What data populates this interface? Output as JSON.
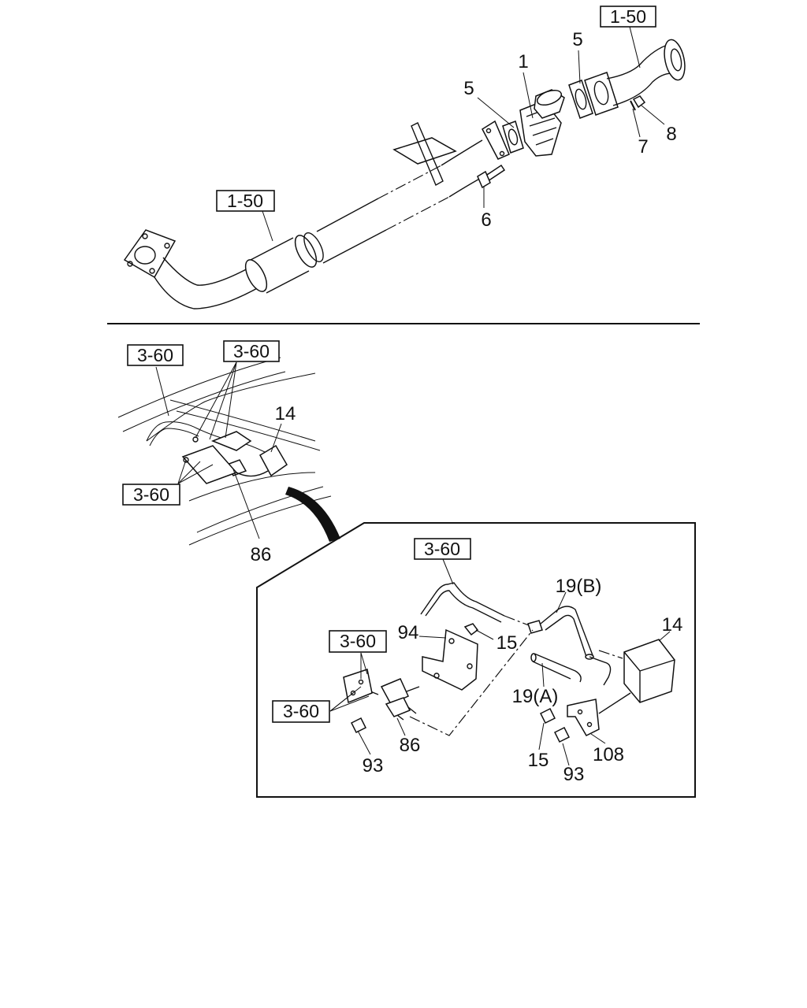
{
  "refs": {
    "r1_50_top": "1-50",
    "r1_50_left": "1-50",
    "r3_60_a": "3-60",
    "r3_60_b": "3-60",
    "r3_60_c": "3-60",
    "r3_60_d": "3-60",
    "r3_60_e": "3-60",
    "r3_60_f": "3-60"
  },
  "callouts": {
    "c1": "1",
    "c5a": "5",
    "c5b": "5",
    "c6": "6",
    "c7": "7",
    "c8": "8",
    "c14a": "14",
    "c86a": "86",
    "c19b": "19(B)",
    "c14b": "14",
    "c94": "94",
    "c15a": "15",
    "c19a": "19(A)",
    "c86b": "86",
    "c93a": "93",
    "c15b": "15",
    "c93b": "93",
    "c108": "108"
  },
  "colors": {
    "ink": "#111111",
    "paper": "#ffffff"
  }
}
